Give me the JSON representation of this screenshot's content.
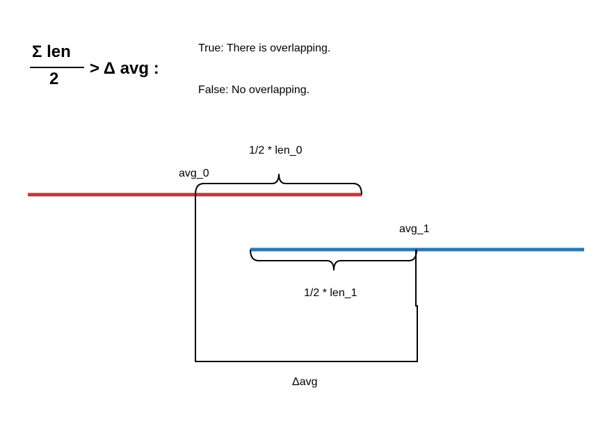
{
  "formula": {
    "numerator": "Σ len",
    "denominator": "2",
    "comparison": "> Δ avg :"
  },
  "legend": {
    "true_text": "True: There is overlapping.",
    "false_text": "False: No overlapping."
  },
  "diagram": {
    "half_len_0": "1/2 * len_0",
    "avg_0": "avg_0",
    "avg_1": "avg_1",
    "half_len_1": "1/2 * len_1",
    "delta_avg": "Δavg"
  },
  "colors": {
    "segment_0": "#c43540",
    "segment_1": "#2a78b5",
    "stroke": "#000000"
  }
}
